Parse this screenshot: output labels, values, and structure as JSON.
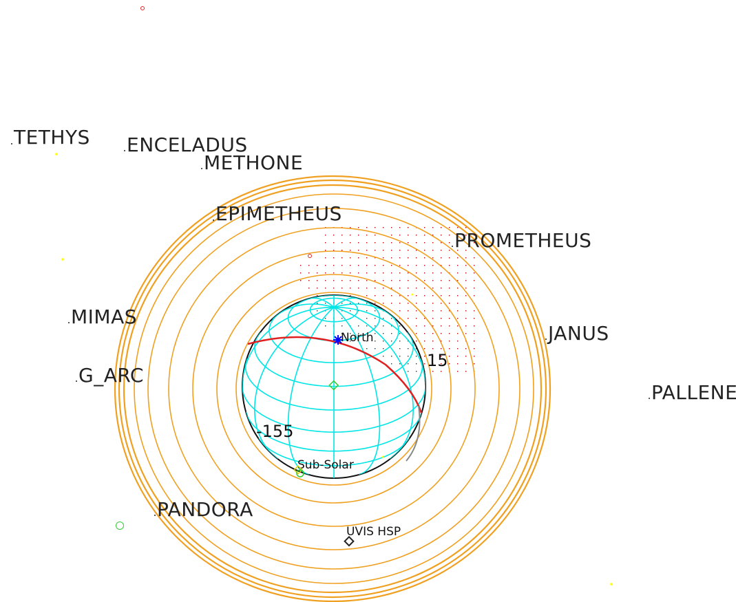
{
  "moons": [
    {
      "name": "TETHYS"
    },
    {
      "name": "ENCELADUS"
    },
    {
      "name": "METHONE"
    },
    {
      "name": "EPIMETHEUS"
    },
    {
      "name": "PROMETHEUS"
    },
    {
      "name": "MIMAS"
    },
    {
      "name": "JANUS"
    },
    {
      "name": "G_ARC"
    },
    {
      "name": "PALLENE"
    },
    {
      "name": "PANDORA"
    }
  ],
  "planet": {
    "north_label": "North",
    "subsolar_label": "Sub-Solar",
    "longitude_ticks": [
      "15",
      "-155"
    ]
  },
  "instrument": {
    "label": "UVIS HSP"
  },
  "colors": {
    "rings": "#f0a020",
    "grid": "#00e5e5",
    "terminator": "#e02020",
    "limb": "#111111",
    "north_marker": "#0000ff",
    "night_dots": "#c00000",
    "moon_markers": "#ffff00",
    "green_markers": "#33cc33"
  }
}
